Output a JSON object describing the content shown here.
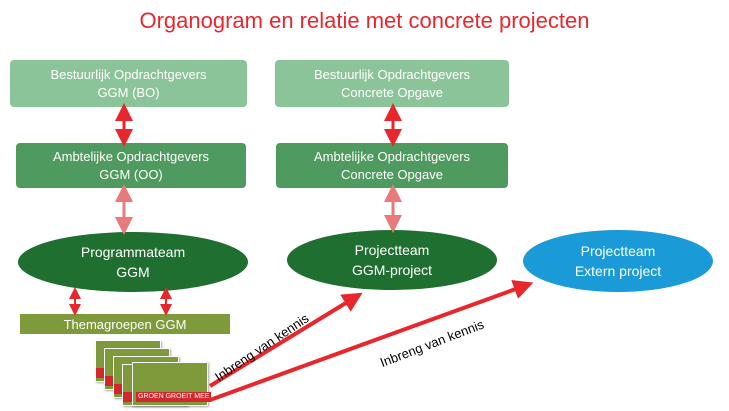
{
  "title": "Organogram en relatie met concrete projecten",
  "left_column": {
    "bestuurlijk": {
      "line1": "Bestuurlijk Opdrachtgevers",
      "line2": "GGM (BO)"
    },
    "ambtelijk": {
      "line1": "Ambtelijke Opdrachtgevers",
      "line2": "GGM (OO)"
    },
    "team": {
      "line1": "Programmateam",
      "line2": "GGM"
    },
    "themagroepen": "Themagroepen GGM"
  },
  "middle_column": {
    "bestuurlijk": {
      "line1": "Bestuurlijk Opdrachtgevers",
      "line2": "Concrete Opgave"
    },
    "ambtelijk": {
      "line1": "Ambtelijke Opdrachtgevers",
      "line2": "Concrete Opgave"
    },
    "team": {
      "line1": "Projectteam",
      "line2": "GGM-project"
    }
  },
  "right_column": {
    "team": {
      "line1": "Projectteam",
      "line2": "Extern project"
    }
  },
  "arrows": {
    "label_1": "Inbreng van kennis",
    "label_2": "Inbreng van kennis"
  },
  "logo_text": "GROEN GROEIT MEE",
  "colors": {
    "title": "#e8272d",
    "box_light": "#8cc49a",
    "box_mid": "#4f9a5e",
    "oval_green": "#1f6f30",
    "oval_blue": "#1a9ad7",
    "themagroepen": "#7e9a3a",
    "arrow": "#e8272d"
  }
}
